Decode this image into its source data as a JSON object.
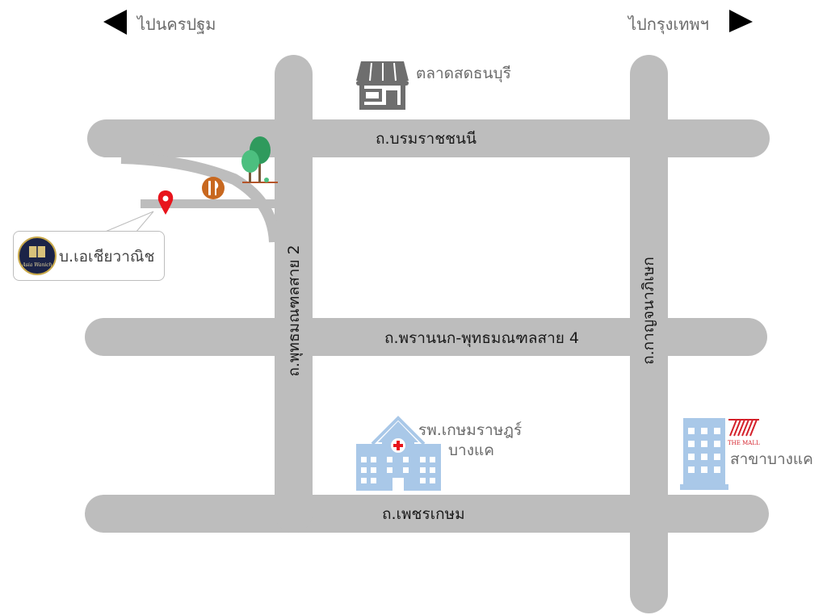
{
  "directions": {
    "left": "ไปนครปฐม",
    "right": "ไปกรุงเทพฯ"
  },
  "roads": {
    "borom": "ถ.บรมราชชนนี",
    "phran": "ถ.พรานนก-พุทธมณฑลสาย 4",
    "phet": "ถ.เพชรเกษม",
    "phuttha2": "ถ.พุทธมณฑลสาย 2",
    "kanchana": "ถ.กาญจนาภิเษก"
  },
  "pois": {
    "market": "ตลาดสดธนบุรี",
    "hospital_line1": "รพ.เกษมราษฎร์",
    "hospital_line2": "บางแค",
    "mall_line": "สาขาบางแค",
    "mall_logo_text": "THE MALL",
    "company": "บ.เอเชียวาณิช",
    "company_logo_text": "Asia Wanich"
  },
  "colors": {
    "road": "#bdbdbd",
    "pin": "#e8141c",
    "tree": "#3aa86b",
    "restaurant": "#c8681f",
    "building": "#a9c8e8",
    "mall_red": "#d4202a"
  },
  "icons": [
    "left-arrow-icon",
    "right-arrow-icon",
    "store-icon",
    "tree-icon",
    "restaurant-icon",
    "location-pin-icon",
    "hospital-icon",
    "mall-building-icon"
  ]
}
